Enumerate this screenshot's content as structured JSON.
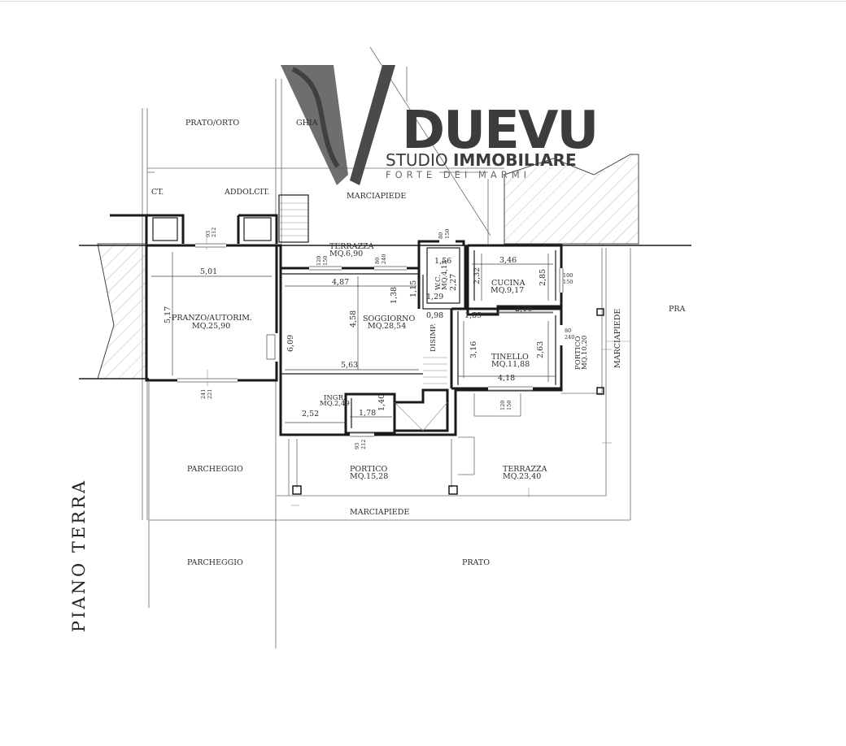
{
  "title": "PIANO TERRA",
  "logo": {
    "brand_a": "DUE",
    "brand_b": "VU",
    "line_a": "STUDIO ",
    "line_b": "IMMOBILIARE",
    "location": "FORTE DEI MARMI",
    "colors": {
      "dark": "#3c3c3c",
      "light": "#6a6a6a"
    }
  },
  "areas": {
    "prato_orto": "PRATO/ORTO",
    "ghia": "GHIA",
    "marciapiede_top": "MARCIAPIEDE",
    "ct": "CT.",
    "addolcit": "ADDOLCIT.",
    "parcheggio_1": "PARCHEGGIO",
    "parcheggio_2": "PARCHEGGIO",
    "marciapiede_bottom": "MARCIAPIEDE",
    "prato": "PRATO",
    "pra": "PRA",
    "marciapiede_right": "MARCIAPIEDE"
  },
  "rooms": {
    "terrazza_top": {
      "name": "TERRAZZA",
      "area": "MQ.6,90"
    },
    "pranzo": {
      "name": "PRANZO/AUTORIM.",
      "area": "MQ.25,90"
    },
    "soggiorno": {
      "name": "SOGGIORNO",
      "area": "MQ.28,54"
    },
    "wc": {
      "name": "W.C.",
      "area": "MQ.4,13"
    },
    "cucina": {
      "name": "CUCINA",
      "area": "MQ.9,17"
    },
    "tinello": {
      "name": "TINELLO",
      "area": "MQ.11,88"
    },
    "portico_right": {
      "name": "PORTICO",
      "area": "MQ.10,20"
    },
    "disimp": {
      "name": "DISIMP."
    },
    "ingr": {
      "name": "INGR.",
      "area": "MQ.2,49"
    },
    "portico_bottom": {
      "name": "PORTICO",
      "area": "MQ.15,28"
    },
    "terrazza_bottom": {
      "name": "TERRAZZA",
      "area": "MQ.23,40"
    }
  },
  "dims": {
    "pranzo_w": "5,01",
    "pranzo_h": "5,17",
    "sogg_w": "4,87",
    "sogg_h1": "4,58",
    "sogg_h2": "6,09",
    "sogg_w2": "5,63",
    "d_138": "1,38",
    "d_115": "1,15",
    "ingr_w": "2,52",
    "ingr_w2": "1,78",
    "ingr_h": "1,40",
    "wc_w": "1,56",
    "wc_h": "2,27",
    "wc_w2": "1,29",
    "disimp_w": "0,98",
    "tinello_w1": "1,89",
    "cucina_w": "3,46",
    "cucina_h1": "2,32",
    "cucina_h2": "2,85",
    "cucina_w2": "2,16",
    "tinello_h1": "3,16",
    "tinello_h2": "2,63",
    "tinello_w": "4,18"
  },
  "openings": {
    "o_93_212": [
      "93",
      "212"
    ],
    "o_120_150": [
      "120",
      "150"
    ],
    "o_80_240": [
      "80",
      "240"
    ],
    "o_80_150": [
      "80",
      "150"
    ],
    "o_100_150": [
      "100",
      "150"
    ],
    "o_80_240_r": [
      "80",
      "240"
    ],
    "o_241_221": [
      "241",
      "221"
    ],
    "o_120_150_b": [
      "120",
      "150"
    ],
    "o_93_212_b": [
      "93",
      "212"
    ]
  }
}
